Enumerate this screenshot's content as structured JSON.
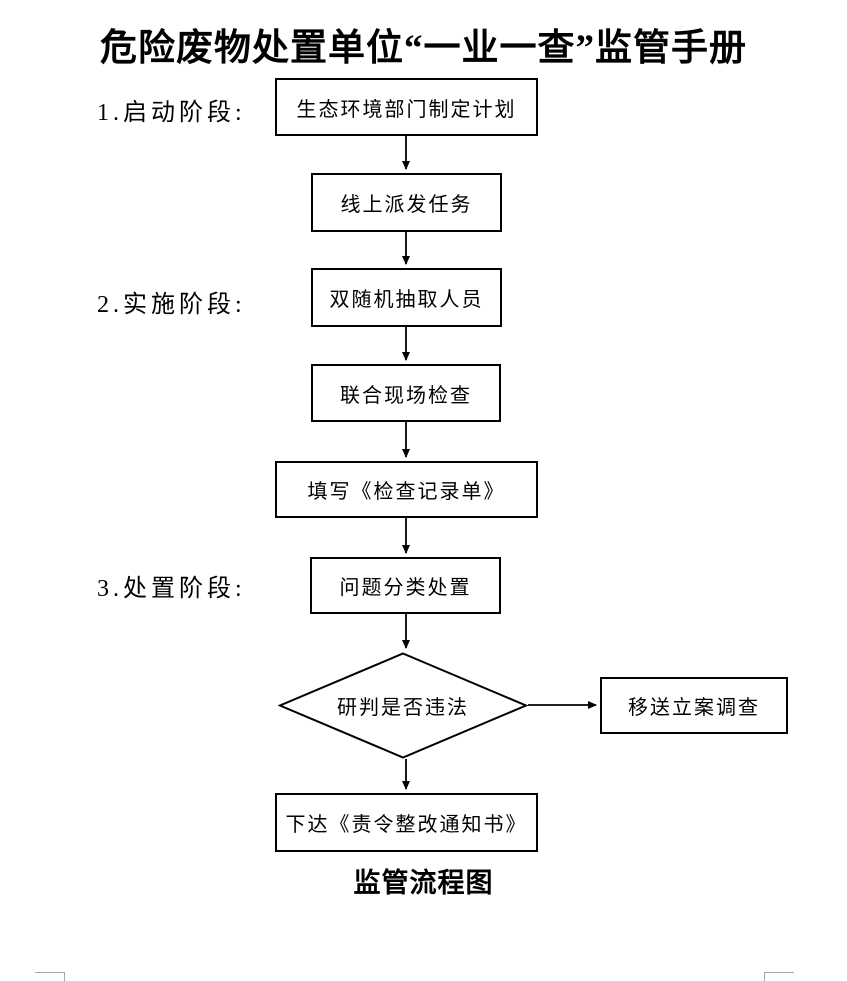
{
  "page": {
    "title": "危险废物处置单位“一业一查”监管手册",
    "caption": "监管流程图"
  },
  "stages": [
    {
      "label": "1.启动阶段:"
    },
    {
      "label": "2.实施阶段:"
    },
    {
      "label": "3.处置阶段:"
    }
  ],
  "flow": {
    "nodes": [
      {
        "id": "make-plan",
        "type": "process",
        "label": "生态环境部门制定计划"
      },
      {
        "id": "dispatch-task",
        "type": "process",
        "label": "线上派发任务"
      },
      {
        "id": "random-select",
        "type": "process",
        "label": "双随机抽取人员"
      },
      {
        "id": "site-inspection",
        "type": "process",
        "label": "联合现场检查"
      },
      {
        "id": "fill-record",
        "type": "process",
        "label": "填写《检查记录单》"
      },
      {
        "id": "classify-issues",
        "type": "process",
        "label": "问题分类处置"
      },
      {
        "id": "judge-illegal",
        "type": "decision",
        "label": "研判是否违法"
      },
      {
        "id": "transfer-case",
        "type": "process",
        "label": "移送立案调查"
      },
      {
        "id": "issue-notice",
        "type": "process",
        "label": "下达《责令整改通知书》"
      }
    ],
    "edges": [
      "make-plan→dispatch-task",
      "dispatch-task→random-select",
      "random-select→site-inspection",
      "site-inspection→fill-record",
      "fill-record→classify-issues",
      "classify-issues→judge-illegal",
      "judge-illegal→transfer-case",
      "judge-illegal→issue-notice"
    ]
  },
  "colors": {
    "line": "#000000",
    "background": "#ffffff",
    "crop_mark": "#a6a6a6"
  }
}
